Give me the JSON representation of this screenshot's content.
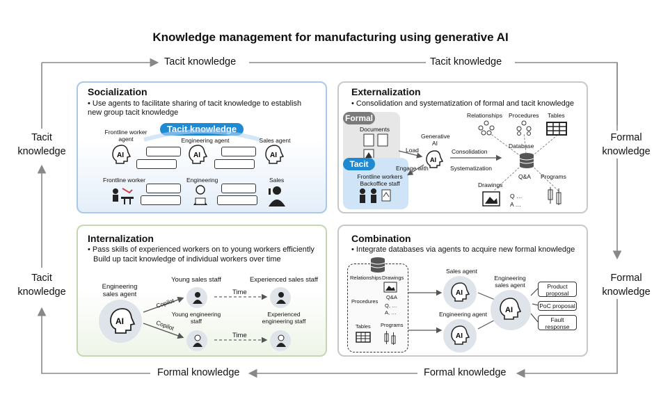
{
  "title": "Knowledge management for manufacturing using generative AI",
  "cycle": {
    "top_left": "Tacit knowledge",
    "top_right": "Tacit knowledge",
    "bottom_left": "Formal knowledge",
    "bottom_right": "Formal knowledge",
    "left_upper": "Tacit knowledge",
    "left_lower": "Tacit knowledge",
    "right_upper": "Formal knowledge",
    "right_lower": "Formal knowledge"
  },
  "socialization": {
    "title": "Socialization",
    "desc": "• Use agents to facilitate sharing of tacit knowledge to establish new group tacit knowledge",
    "tacit_label": "Tacit knowledge",
    "agent_left": "Frontline worker agent",
    "agent_mid": "Engineering agent",
    "agent_right": "Sales agent",
    "person_left": "Frontline worker",
    "person_mid": "Engineering",
    "person_right": "Sales",
    "ai": "AI"
  },
  "externalization": {
    "title": "Externalization",
    "desc": "• Consolidation and systematization of formal and tacit knowledge",
    "formal_pill": "Formal",
    "tacit_pill": "Tacit",
    "documents": "Documents",
    "frontline": "Frontline workers Backoffice staff",
    "load": "Load",
    "engage": "Engage with",
    "generative_ai": "Generative AI",
    "consolidation": "Consolidation",
    "systematization": "Systematization",
    "relationships": "Relationships",
    "procedures": "Procedures",
    "tables": "Tables",
    "database": "Database",
    "qa": "Q&A",
    "programs": "Programs",
    "drawings": "Drawings",
    "q_dots": "Q …",
    "a_dots": "A …"
  },
  "internalization": {
    "title": "Internalization",
    "desc1": "• Pass skills of experienced workers on to young workers efficiently",
    "desc2": "Build up tacit knowledge of individual workers over time",
    "agent": "Engineering sales agent",
    "young_sales": "Young sales staff",
    "exp_sales": "Experienced sales staff",
    "young_eng": "Young engineering staff",
    "exp_eng": "Experienced engineering staff",
    "copilot_top": "Copilot",
    "copilot_bottom": "Copilot",
    "time_top": "Time",
    "time_bottom": "Time",
    "ai": "AI"
  },
  "combination": {
    "title": "Combination",
    "desc": "• Integrate databases via agents to acquire new formal knowledge",
    "relationships": "Relationships",
    "drawings": "Drawings",
    "procedures": "Procedures",
    "qa": "Q&A",
    "q_row": "Q, …",
    "a_row": "A, …",
    "tables": "Tables",
    "programs": "Programs",
    "sales_agent": "Sales agent",
    "eng_agent": "Engineering agent",
    "eng_sales_agent": "Engineering sales agent",
    "out1": "Product proposal",
    "out2": "PoC proposal",
    "out3": "Fault response",
    "ai": "AI"
  }
}
